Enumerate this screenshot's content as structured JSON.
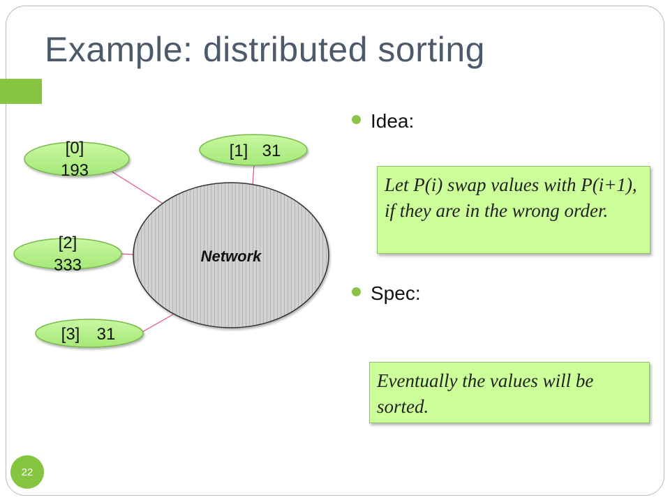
{
  "slide": {
    "title": "Example: distributed sorting",
    "page_number": "22"
  },
  "bullets": [
    {
      "label": "Idea:"
    },
    {
      "label": "Spec:"
    }
  ],
  "callouts": {
    "idea_text": "Let P(i) swap values with P(i+1), if they are in the wrong order.",
    "spec_text": "Eventually the values will be sorted."
  },
  "diagram": {
    "center_label": "Network",
    "nodes": [
      {
        "index": "[0]",
        "value": "193"
      },
      {
        "index": "[1]",
        "value": "31"
      },
      {
        "index": "[2]",
        "value": "333"
      },
      {
        "index": "[3]",
        "value": "31"
      }
    ]
  },
  "colors": {
    "title": "#4c5a6b",
    "accent": "#86c540",
    "node_fill": "#b8f08a",
    "callout_fill": "#ccff99",
    "link": "#e0508a",
    "network_fill": "#cfcfcf"
  }
}
